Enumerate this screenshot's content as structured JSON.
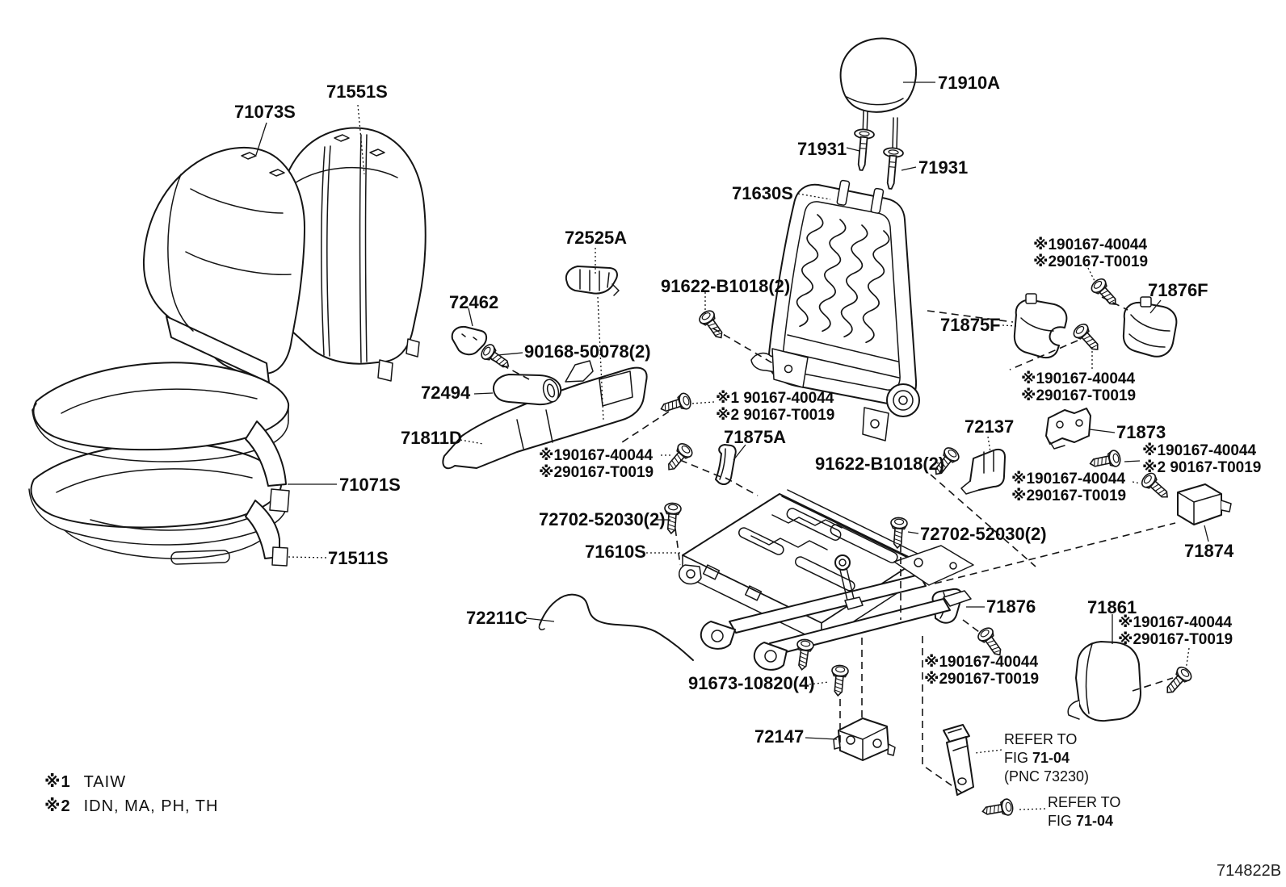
{
  "figure": {
    "code": "714822B",
    "part_labels": [
      {
        "text": "71073S"
      },
      {
        "text": "71551S"
      },
      {
        "text": "71910A"
      },
      {
        "text": "71931"
      },
      {
        "text": "71931"
      },
      {
        "text": "71630S"
      },
      {
        "text": "72525A"
      },
      {
        "text": "91622-B1018(2)"
      },
      {
        "text": "71876F"
      },
      {
        "text": "71875F"
      },
      {
        "text": "72462"
      },
      {
        "text": "90168-50078(2)"
      },
      {
        "text": "72494"
      },
      {
        "text": "71811D"
      },
      {
        "text": "71875A"
      },
      {
        "text": "72137"
      },
      {
        "text": "71873"
      },
      {
        "text": "91622-B1018(2)"
      },
      {
        "text": "71071S"
      },
      {
        "text": "72702-52030(2)"
      },
      {
        "text": "71511S"
      },
      {
        "text": "71610S"
      },
      {
        "text": "72702-52030(2)"
      },
      {
        "text": "71874"
      },
      {
        "text": "72211C"
      },
      {
        "text": "71876"
      },
      {
        "text": "71861"
      },
      {
        "text": "91673-10820(4)"
      },
      {
        "text": "72147"
      }
    ],
    "fastener_notes": [
      {
        "line1": "※190167-40044",
        "line2": "※290167-T0019"
      },
      {
        "line1": "※190167-40044",
        "line2": "※290167-T0019"
      },
      {
        "line1": "※1 90167-40044",
        "line2": "※2 90167-T0019"
      },
      {
        "line1": "※190167-40044",
        "line2": "※290167-T0019"
      },
      {
        "line1": "※190167-40044",
        "line2": "※2 90167-T0019"
      },
      {
        "line1": "※190167-40044",
        "line2": "※290167-T0019"
      },
      {
        "line1": "※190167-40044",
        "line2": "※290167-T0019"
      },
      {
        "line1": "※190167-40044",
        "line2": "※290167-T0019"
      }
    ],
    "references": [
      {
        "line1": "REFER TO",
        "fig_prefix": "FIG",
        "fig_bold": "71-04",
        "line3": "(PNC 73230)"
      },
      {
        "line1": "REFER TO",
        "fig_prefix": "FIG",
        "fig_bold": "71-04"
      }
    ],
    "legend": [
      {
        "symbol": "※1",
        "text": "TAIW"
      },
      {
        "symbol": "※2",
        "text": "IDN, MA, PH, TH"
      }
    ]
  }
}
